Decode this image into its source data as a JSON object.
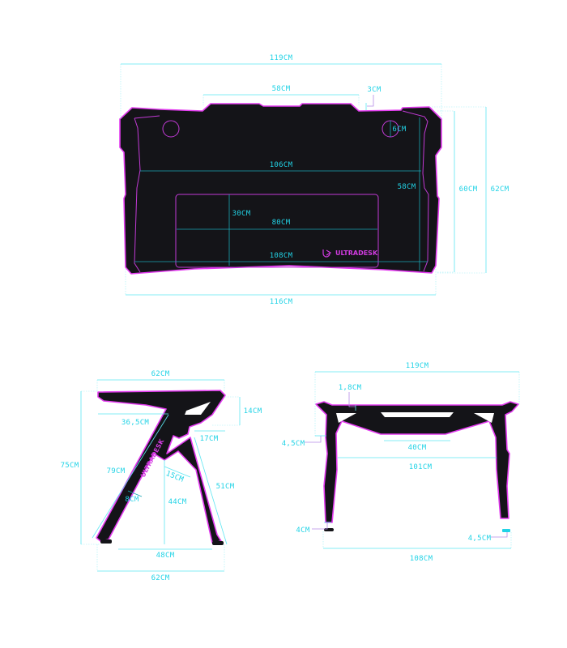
{
  "brand": "ULTRADESK",
  "colors": {
    "dimension": "#22d3e6",
    "outline": "#e33bf0",
    "desk": "#141418"
  },
  "top_view": {
    "overall_width": "119CM",
    "rear_cutout": "58CM",
    "cutout_depth": "3CM",
    "grommet_diameter": "6CM",
    "inner_width": "106CM",
    "inner_depth": "58CM",
    "depth_mid": "60CM",
    "depth_overall": "62CM",
    "mousepad_depth": "30CM",
    "mousepad_width": "80CM",
    "front_inner_width": "108CM",
    "front_width": "116CM"
  },
  "side_view": {
    "top_depth": "62CM",
    "height": "75CM",
    "under_depth": "36,5CM",
    "top_thickness": "14CM",
    "rear_offset": "17CM",
    "leg_length": "79CM",
    "brace_width": "15CM",
    "leg_width": "8CM",
    "brace_height": "44CM",
    "rear_leg_length": "51CM",
    "foot_spacing": "48CM",
    "base_depth": "62CM"
  },
  "front_view": {
    "overall_width": "119CM",
    "top_thickness": "1,8CM",
    "overhang": "4,5CM",
    "center_width": "40CM",
    "leg_spacing": "101CM",
    "foot_width": "4CM",
    "foot_pad": "4,5CM",
    "base_width": "108CM"
  }
}
